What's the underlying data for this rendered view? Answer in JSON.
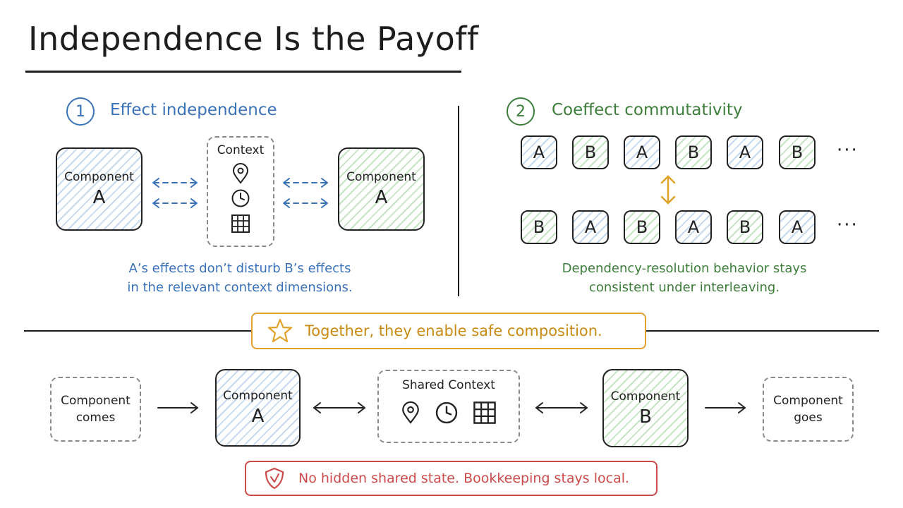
{
  "title": "Independence Is the Payoff",
  "section1": {
    "number": "1",
    "heading": "Effect independence",
    "left_component": {
      "label": "Component",
      "letter": "A"
    },
    "context": {
      "label": "Context",
      "icons": [
        "location-pin-icon",
        "clock-icon",
        "grid-icon"
      ]
    },
    "right_component": {
      "label": "Component",
      "letter": "A"
    },
    "caption_line1": "A’s effects don’t disturb B’s effects",
    "caption_line2": "in the relevant context dimensions."
  },
  "section2": {
    "number": "2",
    "heading": "Coeffect commutativity",
    "row1": [
      "A",
      "B",
      "A",
      "B",
      "A",
      "B"
    ],
    "row2": [
      "B",
      "A",
      "B",
      "A",
      "B",
      "A"
    ],
    "ellipsis": "···",
    "caption_line1": "Dependency-resolution behavior stays",
    "caption_line2": "consistent under interleaving."
  },
  "banner": {
    "text": "Together, they enable safe composition.",
    "icon": "star-icon"
  },
  "flow": {
    "comes": {
      "line1": "Component",
      "line2": "comes"
    },
    "component_a": {
      "label": "Component",
      "letter": "A"
    },
    "shared_context": {
      "label": "Shared Context",
      "icons": [
        "location-pin-icon",
        "clock-icon",
        "grid-icon"
      ]
    },
    "component_b": {
      "label": "Component",
      "letter": "B"
    },
    "goes": {
      "line1": "Component",
      "line2": "goes"
    }
  },
  "footer": {
    "text": "No hidden shared state. Bookkeeping stays local.",
    "icon": "shield-icon"
  },
  "colors": {
    "blue": "#3a72b8",
    "green": "#3d7d3a",
    "orange": "#e0a229",
    "red": "#cc4a4a",
    "ink": "#222222"
  }
}
